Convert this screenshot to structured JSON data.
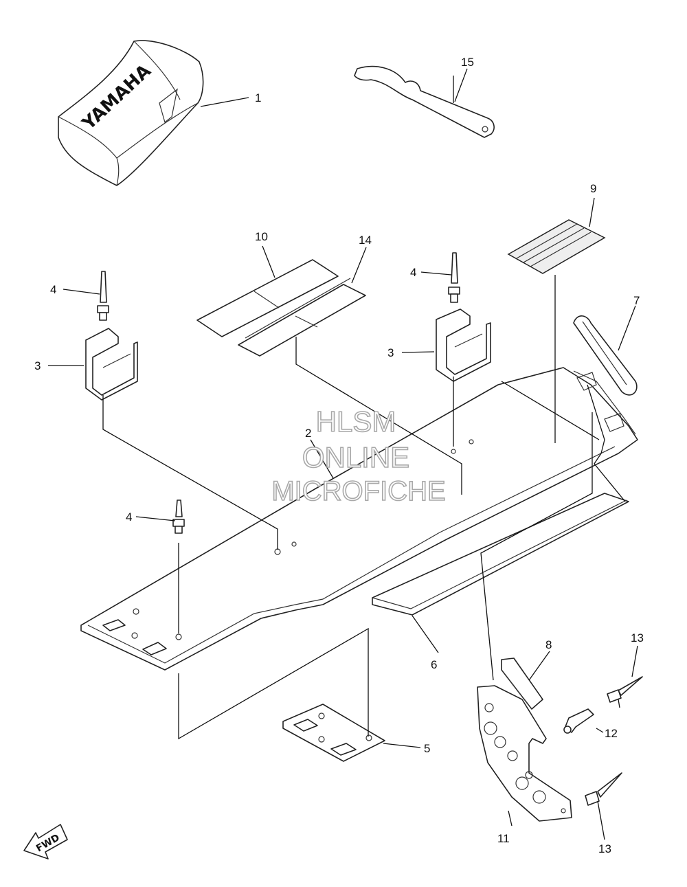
{
  "diagram": {
    "watermark": {
      "line1": "HLSM",
      "line2": "ONLINE",
      "line3": "MICROFICHE"
    },
    "cover_logo": "YAMAHA",
    "direction_arrow": "FWD",
    "callouts": {
      "c1": "1",
      "c2": "2",
      "c3a": "3",
      "c3b": "3",
      "c4a": "4",
      "c4b": "4",
      "c4c": "4",
      "c5": "5",
      "c6": "6",
      "c7": "7",
      "c8": "8",
      "c9": "9",
      "c10": "10",
      "c11": "11",
      "c12": "12",
      "c13a": "13",
      "c13b": "13",
      "c14": "14",
      "c15": "15"
    }
  }
}
